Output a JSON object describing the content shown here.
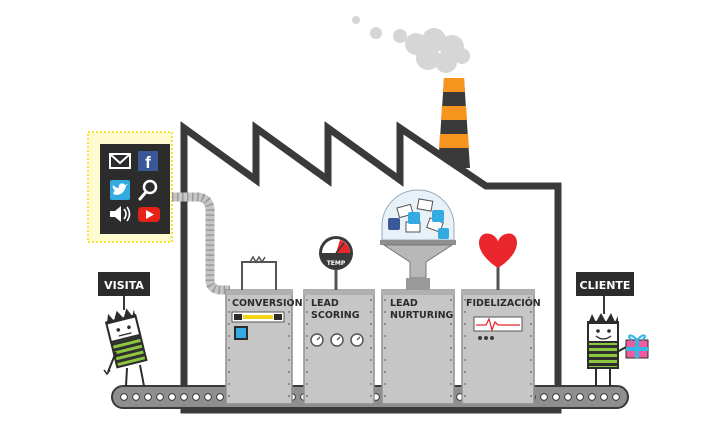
{
  "labels": {
    "visita": "VISITA",
    "cliente": "CLIENTE"
  },
  "machines": [
    {
      "line1": "CONVERSION",
      "line2": ""
    },
    {
      "line1": "LEAD",
      "line2": "SCORING"
    },
    {
      "line1": "LEAD",
      "line2": "NURTURING"
    },
    {
      "line1": "FIDELIZACIÓN",
      "line2": ""
    }
  ],
  "gauge_label": "TEMP",
  "colors": {
    "dark": "#3a3a3a",
    "orange": "#f7941d",
    "machine": "#c6c6c6",
    "heart": "#e8262b",
    "twitter": "#33aae1",
    "facebook": "#3b5998",
    "youtube": "#e62117",
    "glow": "#f6e23a",
    "shirt_green": "#8dc63f",
    "gift_pink": "#f05a9e",
    "gift_blue": "#35b7e6"
  },
  "icons": [
    "mail-icon",
    "facebook-icon",
    "twitter-icon",
    "search-icon",
    "speaker-icon",
    "youtube-icon"
  ]
}
